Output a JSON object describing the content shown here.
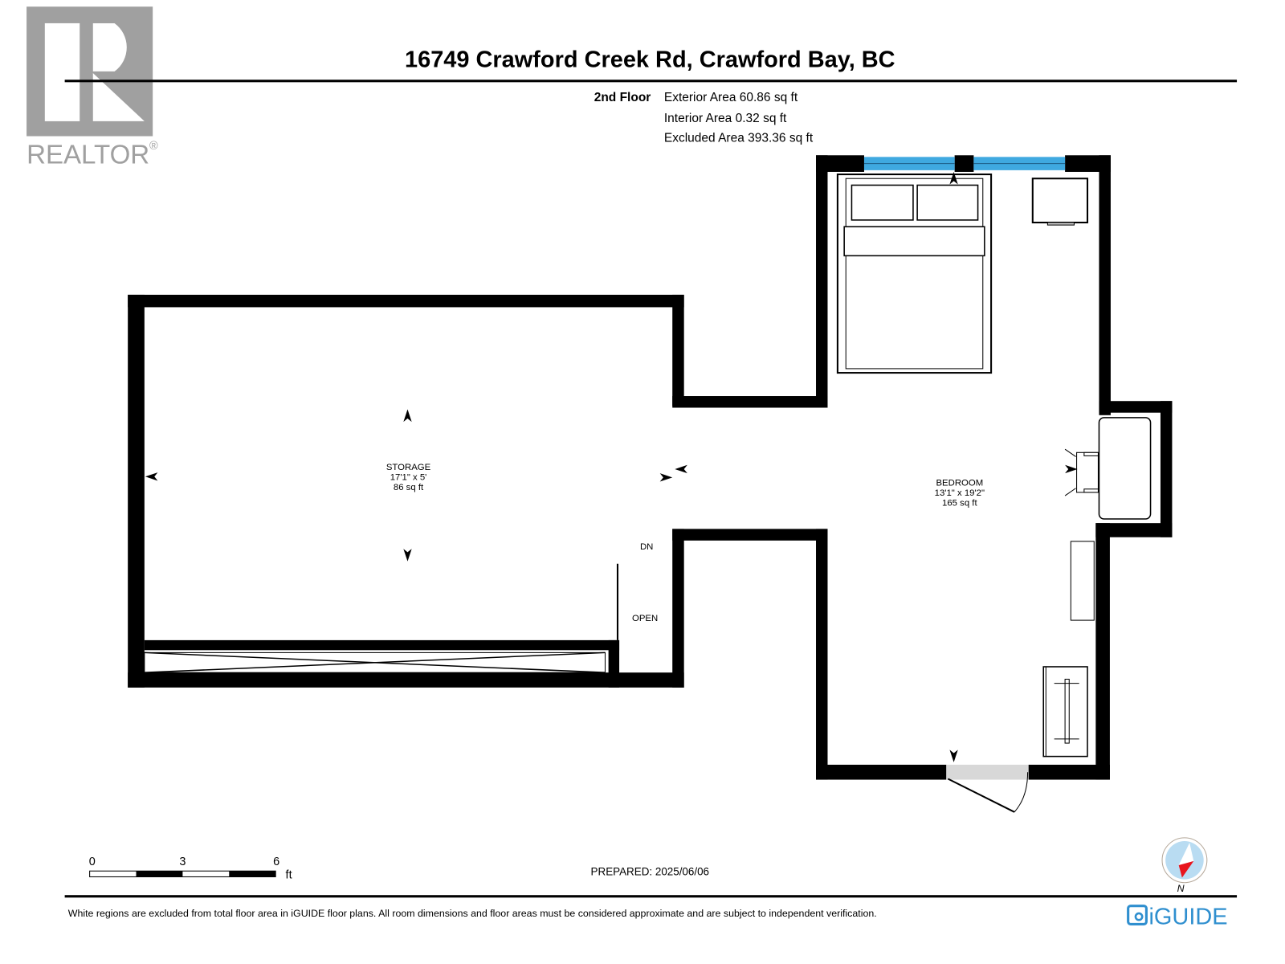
{
  "header": {
    "address": "16749 Crawford Creek Rd, Crawford Bay, BC",
    "floor_label": "2nd Floor",
    "areas": [
      "Exterior Area 60.86 sq ft",
      "Interior Area 0.32 sq ft",
      "Excluded Area 393.36 sq ft"
    ]
  },
  "logo": {
    "text": "REALTOR",
    "mark": "®",
    "color": "#a0a0a0"
  },
  "rooms": [
    {
      "name": "STORAGE",
      "dims": "17'1\" x 5'",
      "area": "86 sq ft"
    },
    {
      "name": "BEDROOM",
      "dims": "13'1\" x 19'2\"",
      "area": "165 sq ft"
    }
  ],
  "labels": {
    "down": "DN",
    "open": "OPEN"
  },
  "scale": {
    "ticks": [
      "0",
      "3",
      "6"
    ],
    "unit": "ft"
  },
  "prepared": "PREPARED: 2025/06/06",
  "compass": {
    "label": "N",
    "ring_color": "#b9dcf2",
    "needle_color": "#e8141c"
  },
  "footer": {
    "disclaimer": "White regions are excluded from total floor area in iGUIDE floor plans. All room dimensions and floor areas must be considered approximate and are subject to independent verification.",
    "brand": "iGUIDE",
    "brand_color": "#2f8fcf"
  },
  "colors": {
    "wall": "#000000",
    "window": "#3fa9e0",
    "door_sill": "#d8d8d8"
  }
}
